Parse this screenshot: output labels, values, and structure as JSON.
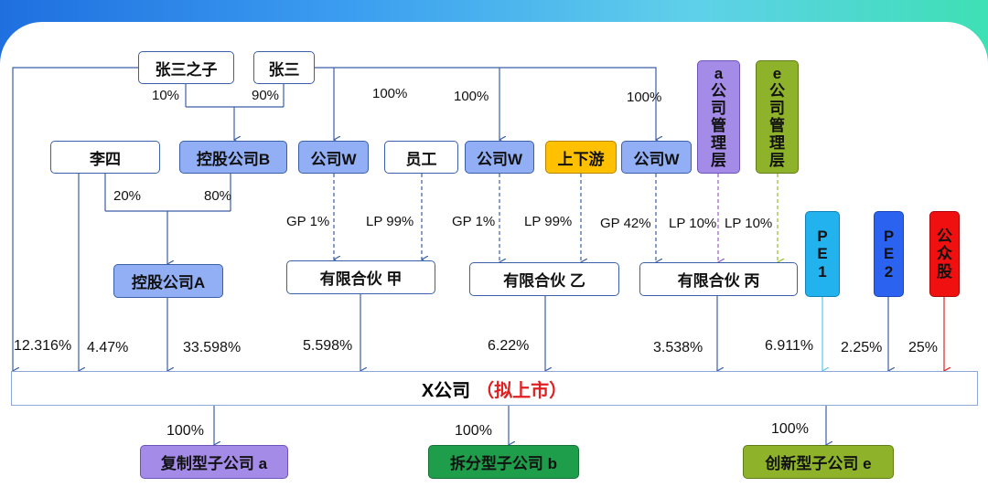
{
  "top_row": {
    "zhang_san_zhi_zi": "张三之子",
    "zhang_san": "张三"
  },
  "persons": {
    "li_si": "李四",
    "employee": "员工"
  },
  "holdings": {
    "holding_b": "控股公司B",
    "holding_a": "控股公司A"
  },
  "companies": {
    "company_w": "公司W",
    "upstream_downstream": "上下游"
  },
  "mgmt": {
    "a_mgmt": [
      "a",
      "公",
      "司",
      "管",
      "理",
      "层"
    ],
    "e_mgmt": [
      "e",
      "公",
      "司",
      "管",
      "理",
      "层"
    ]
  },
  "partnerships": {
    "jia": "有限合伙 甲",
    "yi": "有限合伙 乙",
    "bing": "有限合伙 丙"
  },
  "investors": {
    "pe1": [
      "P",
      "E",
      "1"
    ],
    "pe2": [
      "P",
      "E",
      "2"
    ],
    "public": [
      "公",
      "众",
      "股"
    ]
  },
  "x_company": {
    "name": "X公司",
    "note": "（拟上市）"
  },
  "subsidiaries": {
    "a": "复制型子公司 a",
    "b": "拆分型子公司 b",
    "e": "创新型子公司 e"
  },
  "labels": {
    "p10": "10%",
    "p90": "90%",
    "p100_w1": "100%",
    "p100_w2": "100%",
    "p100_w3": "100%",
    "p20": "20%",
    "p80": "80%",
    "gp1_a": "GP 1%",
    "lp99_a": "LP 99%",
    "gp1_b": "GP 1%",
    "lp99_b": "LP 99%",
    "gp42": "GP 42%",
    "lp10_a": "LP 10%",
    "lp10_b": "LP 10%",
    "s12316": "12.316%",
    "s447": "4.47%",
    "s33598": "33.598%",
    "s5598": "5.598%",
    "s622": "6.22%",
    "s3538": "3.538%",
    "s6911": "6.911%",
    "s225": "2.25%",
    "s25": "25%",
    "sub100_a": "100%",
    "sub100_b": "100%",
    "sub100_e": "100%"
  },
  "colors": {
    "line": "#3a5fa8",
    "purple_arrow": "#9b59d0",
    "green_arrow": "#8fbf2a",
    "sky_arrow": "#5ac8e8",
    "red_arrow": "#e02020",
    "accent_red": "#e02020"
  }
}
